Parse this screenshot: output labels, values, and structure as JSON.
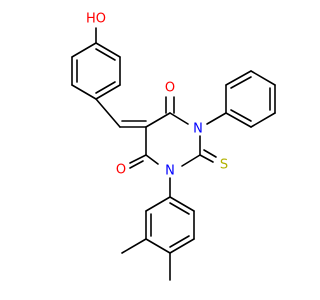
{
  "molecule": {
    "colors": {
      "bond": "#000000",
      "oxygen": "#ff0000",
      "nitrogen": "#0000ff",
      "sulfur": "#b2b200",
      "background": "#ffffff"
    },
    "labels": {
      "hydroxyl": "HO",
      "oxygen_top": "O",
      "oxygen_left": "O",
      "nitrogen_top": "N",
      "nitrogen_bottom": "N",
      "sulfur": "S"
    }
  }
}
